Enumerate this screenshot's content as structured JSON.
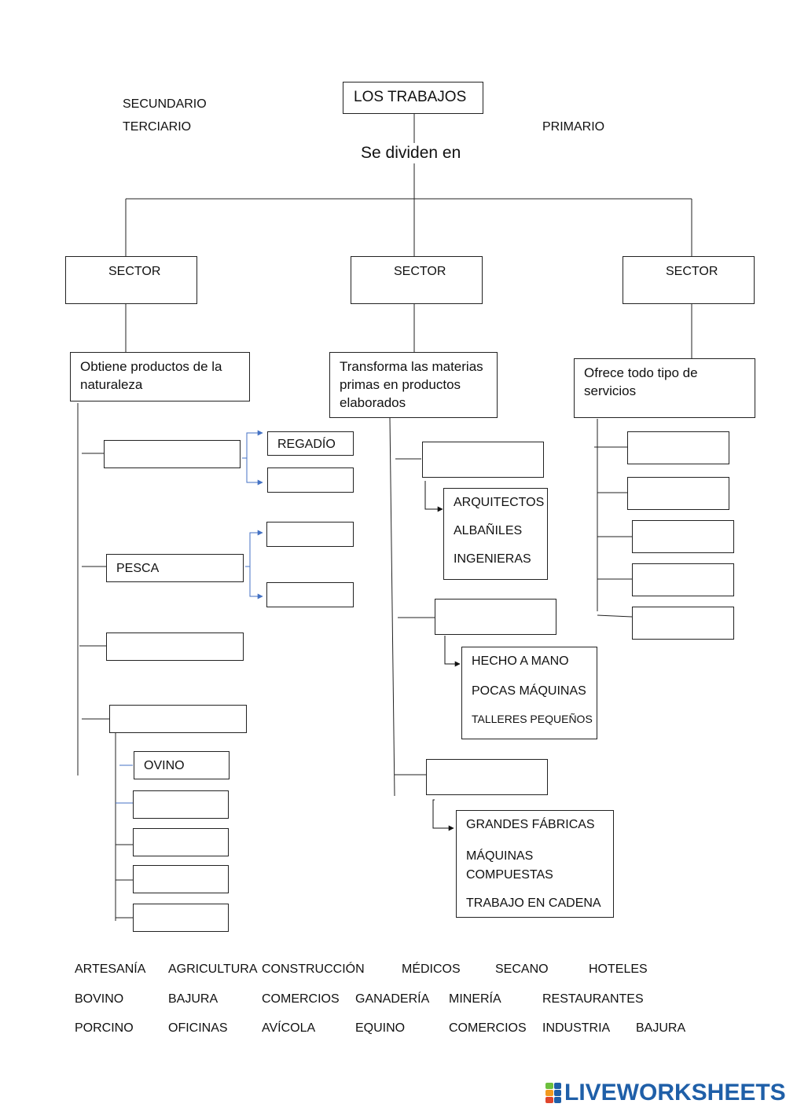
{
  "title": "LOS TRABAJOS",
  "divide_label": "Se dividen en",
  "floating_words": {
    "secundario": "SECUNDARIO",
    "terciario": "TERCIARIO",
    "primario": "PRIMARIO"
  },
  "sectors": [
    {
      "label": "SECTOR",
      "description": "Obtiene productos de la naturaleza"
    },
    {
      "label": "SECTOR",
      "description": "Transforma las materias primas en productos elaborados"
    },
    {
      "label": "SECTOR",
      "description": "Ofrece todo tipo de servicios"
    }
  ],
  "primary": {
    "regadio": "REGADÍO",
    "pesca": "PESCA",
    "ovino": "OVINO"
  },
  "secondary": {
    "group1": [
      "ARQUITECTOS",
      "ALBAÑILES",
      "INGENIERAS"
    ],
    "group2": [
      "HECHO A MANO",
      "POCAS MÁQUINAS",
      "TALLERES PEQUEÑOS"
    ],
    "group3": [
      "GRANDES FÁBRICAS",
      "MÁQUINAS COMPUESTAS",
      "TRABAJO EN CADENA"
    ]
  },
  "word_bank": [
    [
      "ARTESANÍA",
      "AGRICULTURA",
      "CONSTRUCCIÓN",
      "MÉDICOS",
      "SECANO",
      "HOTELES"
    ],
    [
      "BOVINO",
      "BAJURA",
      "COMERCIOS",
      "GANADERÍA",
      "MINERÍA",
      "RESTAURANTES"
    ],
    [
      "PORCINO",
      "OFICINAS",
      "AVÍCOLA",
      "EQUINO",
      "COMERCIOS",
      "INDUSTRIA",
      "BAJURA"
    ]
  ],
  "logo": {
    "text": "LIVEWORKSHEETS",
    "colors": {
      "blue": "#1f5fa8",
      "green": "#6cbf3d",
      "orange": "#f29a1f",
      "red": "#e0452c"
    }
  }
}
